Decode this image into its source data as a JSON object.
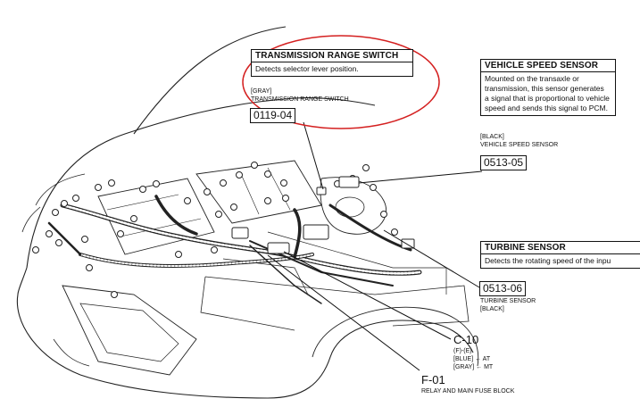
{
  "callouts": {
    "trs": {
      "title": "TRANSMISSION RANGE SWITCH",
      "description": "Detects selector lever position.",
      "color_note": "[GRAY]",
      "part_name": "TRANSMISSION RANGE SWITCH",
      "code": "0119-04"
    },
    "vss": {
      "title": "VEHICLE SPEED SENSOR",
      "description": "Mounted on the transaxle or transmission, this sensor generates a signal that is proportional to vehicle speed and sends this signal to PCM.",
      "color_note": "[BLACK]",
      "part_name": "VEHICLE SPEED SENSOR",
      "code": "0513-05"
    },
    "turbine": {
      "title": "TURBINE SENSOR",
      "description": "Detects the rotating speed of the inpu",
      "code": "0513-06",
      "part_name": "TURBINE SENSOR",
      "color_note": "[BLACK]"
    },
    "c10": {
      "code": "C-10",
      "line1": "(F)-(E)",
      "line2": "[BLUE] ← AT",
      "line3": "[GRAY] ← MT"
    },
    "f01": {
      "code": "F-01",
      "part_name": "RELAY AND MAIN FUSE BLOCK"
    }
  },
  "highlight_color": "#d42020",
  "ink_color": "#111111"
}
